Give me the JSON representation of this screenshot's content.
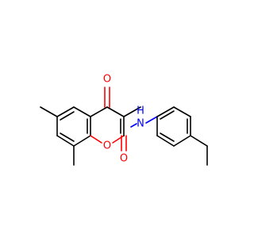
{
  "molecule": {
    "atoms": {
      "ketone_oxygen": {
        "label": "O",
        "color": "#ff0000"
      },
      "ring_oxygen": {
        "label": "O",
        "color": "#ff0000"
      },
      "amide_oxygen": {
        "label": "O",
        "color": "#ff0000"
      },
      "amide_nitrogen": {
        "label": "N",
        "color": "#0000ff"
      },
      "amide_hydrogen": {
        "label": "H",
        "color": "#0000ff"
      }
    }
  }
}
